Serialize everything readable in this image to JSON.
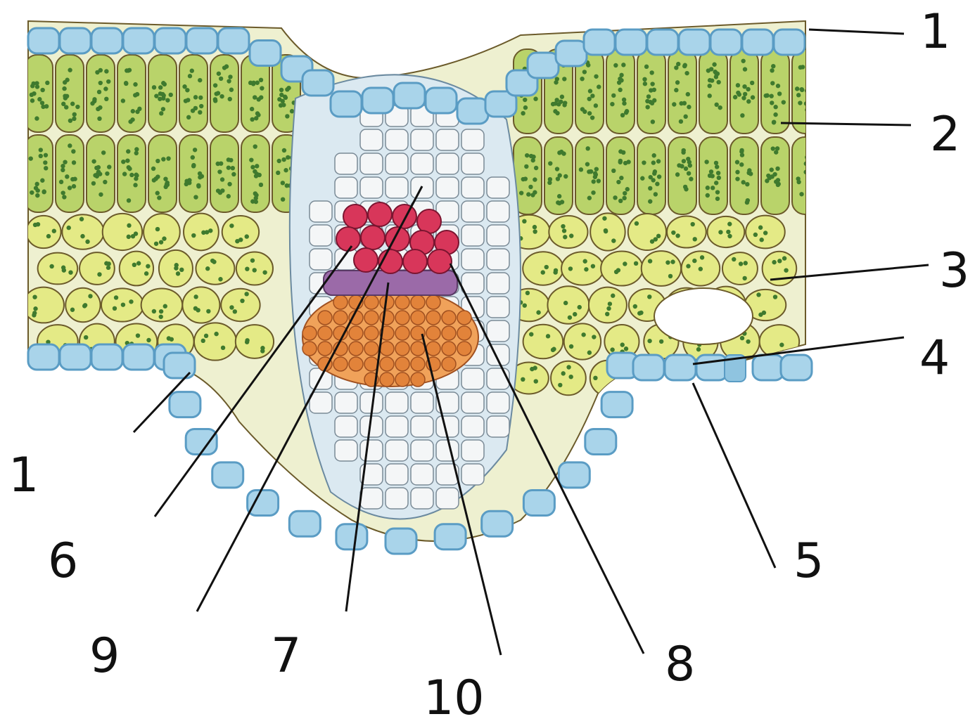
{
  "labels": {
    "l1_top": "1",
    "l2": "2",
    "l3": "3",
    "l4": "4",
    "l1_bottom": "1",
    "l6": "6",
    "l9": "9",
    "l7": "7",
    "l10": "10",
    "l8": "8",
    "l5": "5"
  },
  "colors": {
    "epidermis_fill": "#a9d4ea",
    "epidermis_edge": "#5a9cc4",
    "palisade": "#b9d36a",
    "spongy": "#e4ea86",
    "chloroplast": "#3f7a2e",
    "cell_wall": "#6b5a2a",
    "xylem": "#d8365a",
    "cambium": "#8a5c9a",
    "phloem": "#e2833a",
    "bundle_sheath": "#cfe3f0",
    "ground_tissue": "#f4f6f7",
    "leader_line": "#111111"
  }
}
